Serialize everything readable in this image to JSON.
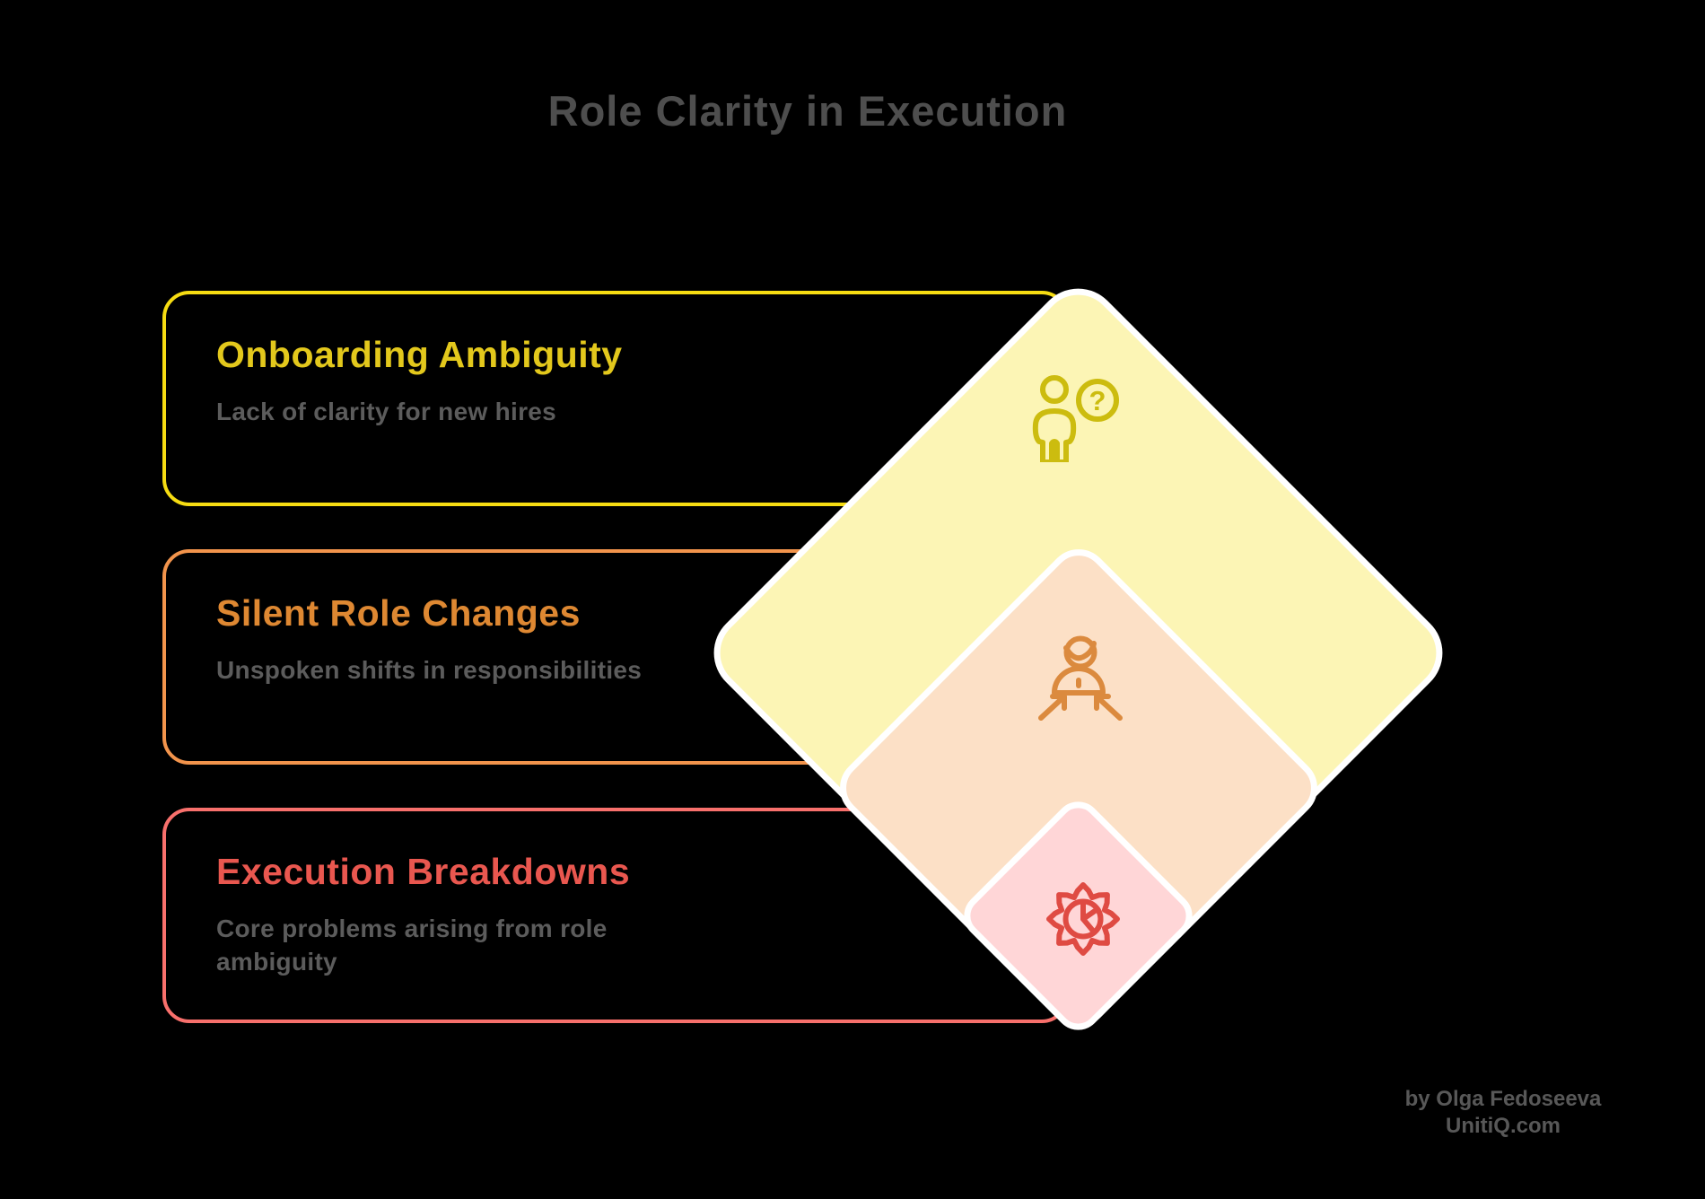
{
  "title": "Role Clarity in Execution",
  "cards": [
    {
      "title": "Onboarding Ambiguity",
      "subtitle": "Lack of clarity for new hires",
      "accent": "#f6dc12"
    },
    {
      "title": "Silent Role Changes",
      "subtitle": "Unspoken shifts in responsibilities",
      "accent": "#f2944c"
    },
    {
      "title": "Execution Breakdowns",
      "subtitle": "Core problems arising from role ambiguity",
      "accent": "#f8706c"
    }
  ],
  "diamonds": [
    {
      "level": "outer",
      "icon": "person-question-icon",
      "fill": "#fcf5b5"
    },
    {
      "level": "middle",
      "icon": "person-arrows-icon",
      "fill": "#fce0c6"
    },
    {
      "level": "inner",
      "icon": "gear-pie-icon",
      "fill": "#ffd6d7"
    }
  ],
  "icon1_question_glyph": "?",
  "attribution": {
    "line1": "by Olga Fedoseeva",
    "line2": "UnitiQ.com"
  },
  "colors": {
    "background": "#000000",
    "title-text": "#4e4e4e",
    "subtitle-text": "#5c5c5c",
    "card1-border": "#f6dc12",
    "card1-title": "#e3c81c",
    "card2-border": "#f2944c",
    "card2-title": "#de8832",
    "card3-border": "#f8706c",
    "card3-title": "#e9574f",
    "diamond-border": "#ffffff",
    "diamond1-fill": "#fcf5b5",
    "diamond2-fill": "#fce0c6",
    "diamond3-fill": "#ffd6d7",
    "icon1-stroke": "#ccbc0f",
    "icon2-stroke": "#db8a3e",
    "icon3-stroke": "#df4b43",
    "attribution-text": "#585858"
  }
}
